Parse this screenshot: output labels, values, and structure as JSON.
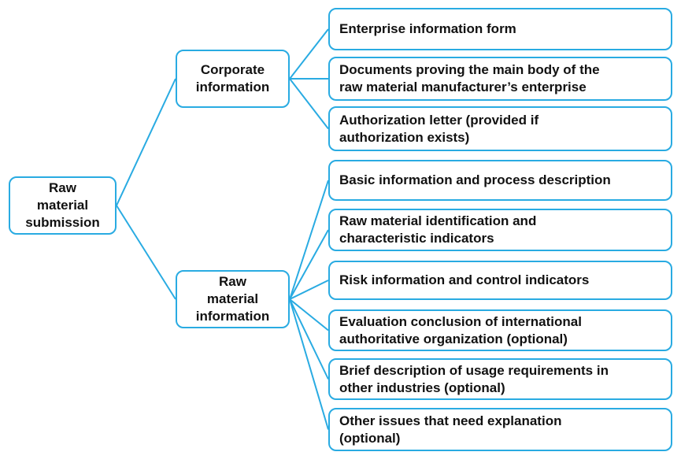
{
  "colors": {
    "accent": "#29abe2",
    "text": "#111111",
    "background": "#ffffff"
  },
  "tree": {
    "root": {
      "label": "Raw\nmaterial\nsubmission"
    },
    "branches": [
      {
        "label": "Corporate\ninformation",
        "children": [
          "Enterprise information form",
          "Documents proving the main body of the\nraw material manufacturer’s enterprise",
          "Authorization letter (provided if\nauthorization exists)"
        ]
      },
      {
        "label": "Raw\nmaterial\ninformation",
        "children": [
          "Basic information and process description",
          "Raw material identification and\ncharacteristic indicators",
          "Risk information and control indicators",
          "Evaluation conclusion of international\nauthoritative organization (optional)",
          "Brief description of usage requirements in\nother industries (optional)",
          "Other issues that need explanation\n(optional)"
        ]
      }
    ]
  }
}
